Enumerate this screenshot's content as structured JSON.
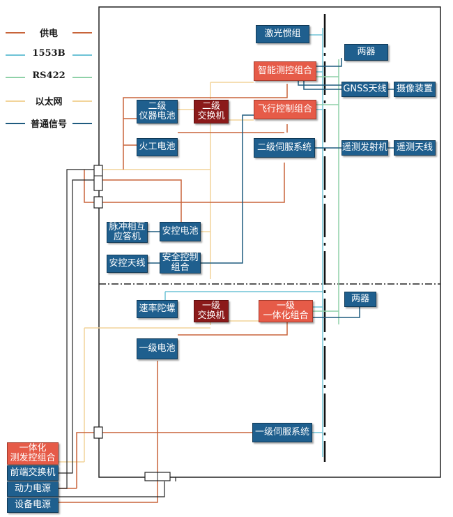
{
  "colors": {
    "power": "#c8643a",
    "bus1553": "#6ec3d6",
    "rs422": "#8fd1a8",
    "ethernet": "#f2d49a",
    "signal": "#1f5b7f",
    "box_blue": "#1f5f8e",
    "box_red": "#e65b48",
    "box_dark": "#8b1a1a"
  },
  "legend": [
    {
      "label": "供电",
      "color": "#c8643a"
    },
    {
      "label": "1553B",
      "color": "#6ec3d6"
    },
    {
      "label": "RS422",
      "color": "#8fd1a8"
    },
    {
      "label": "以太网",
      "color": "#f2d49a"
    },
    {
      "label": "普通信号",
      "color": "#1f5b7f"
    }
  ],
  "blocks": {
    "laser_imu": "激光惯组",
    "liangqi_upper": "两器",
    "smart_mc": "智能测控组合",
    "gnss": "GNSS天线",
    "camera": "摄像装置",
    "instr_battery": "二级\n仪器电池",
    "switch2": "二级\n交换机",
    "flight_ctrl": "飞行控制组合",
    "pyro_battery": "火工电池",
    "servo2": "二级伺服系统",
    "telemetry_tx": "遥测发射机",
    "telemetry_ant": "遥测天线",
    "transponder": "脉冲相互\n应答机",
    "safety_battery": "安控电池",
    "safety_ant": "安控天线",
    "safety_ctrl": "安全控制\n组合",
    "rate_gyro": "速率陀螺",
    "switch1": "一级\n交换机",
    "integrated1": "一级\n一体化组合",
    "liangqi_lower": "两器",
    "battery1": "一级电池",
    "servo1": "一级伺服系统",
    "ground_mc": "一体化\n测发控组合",
    "front_switch": "前端交换机",
    "power_supply": "动力电源",
    "equip_power": "设备电源"
  }
}
